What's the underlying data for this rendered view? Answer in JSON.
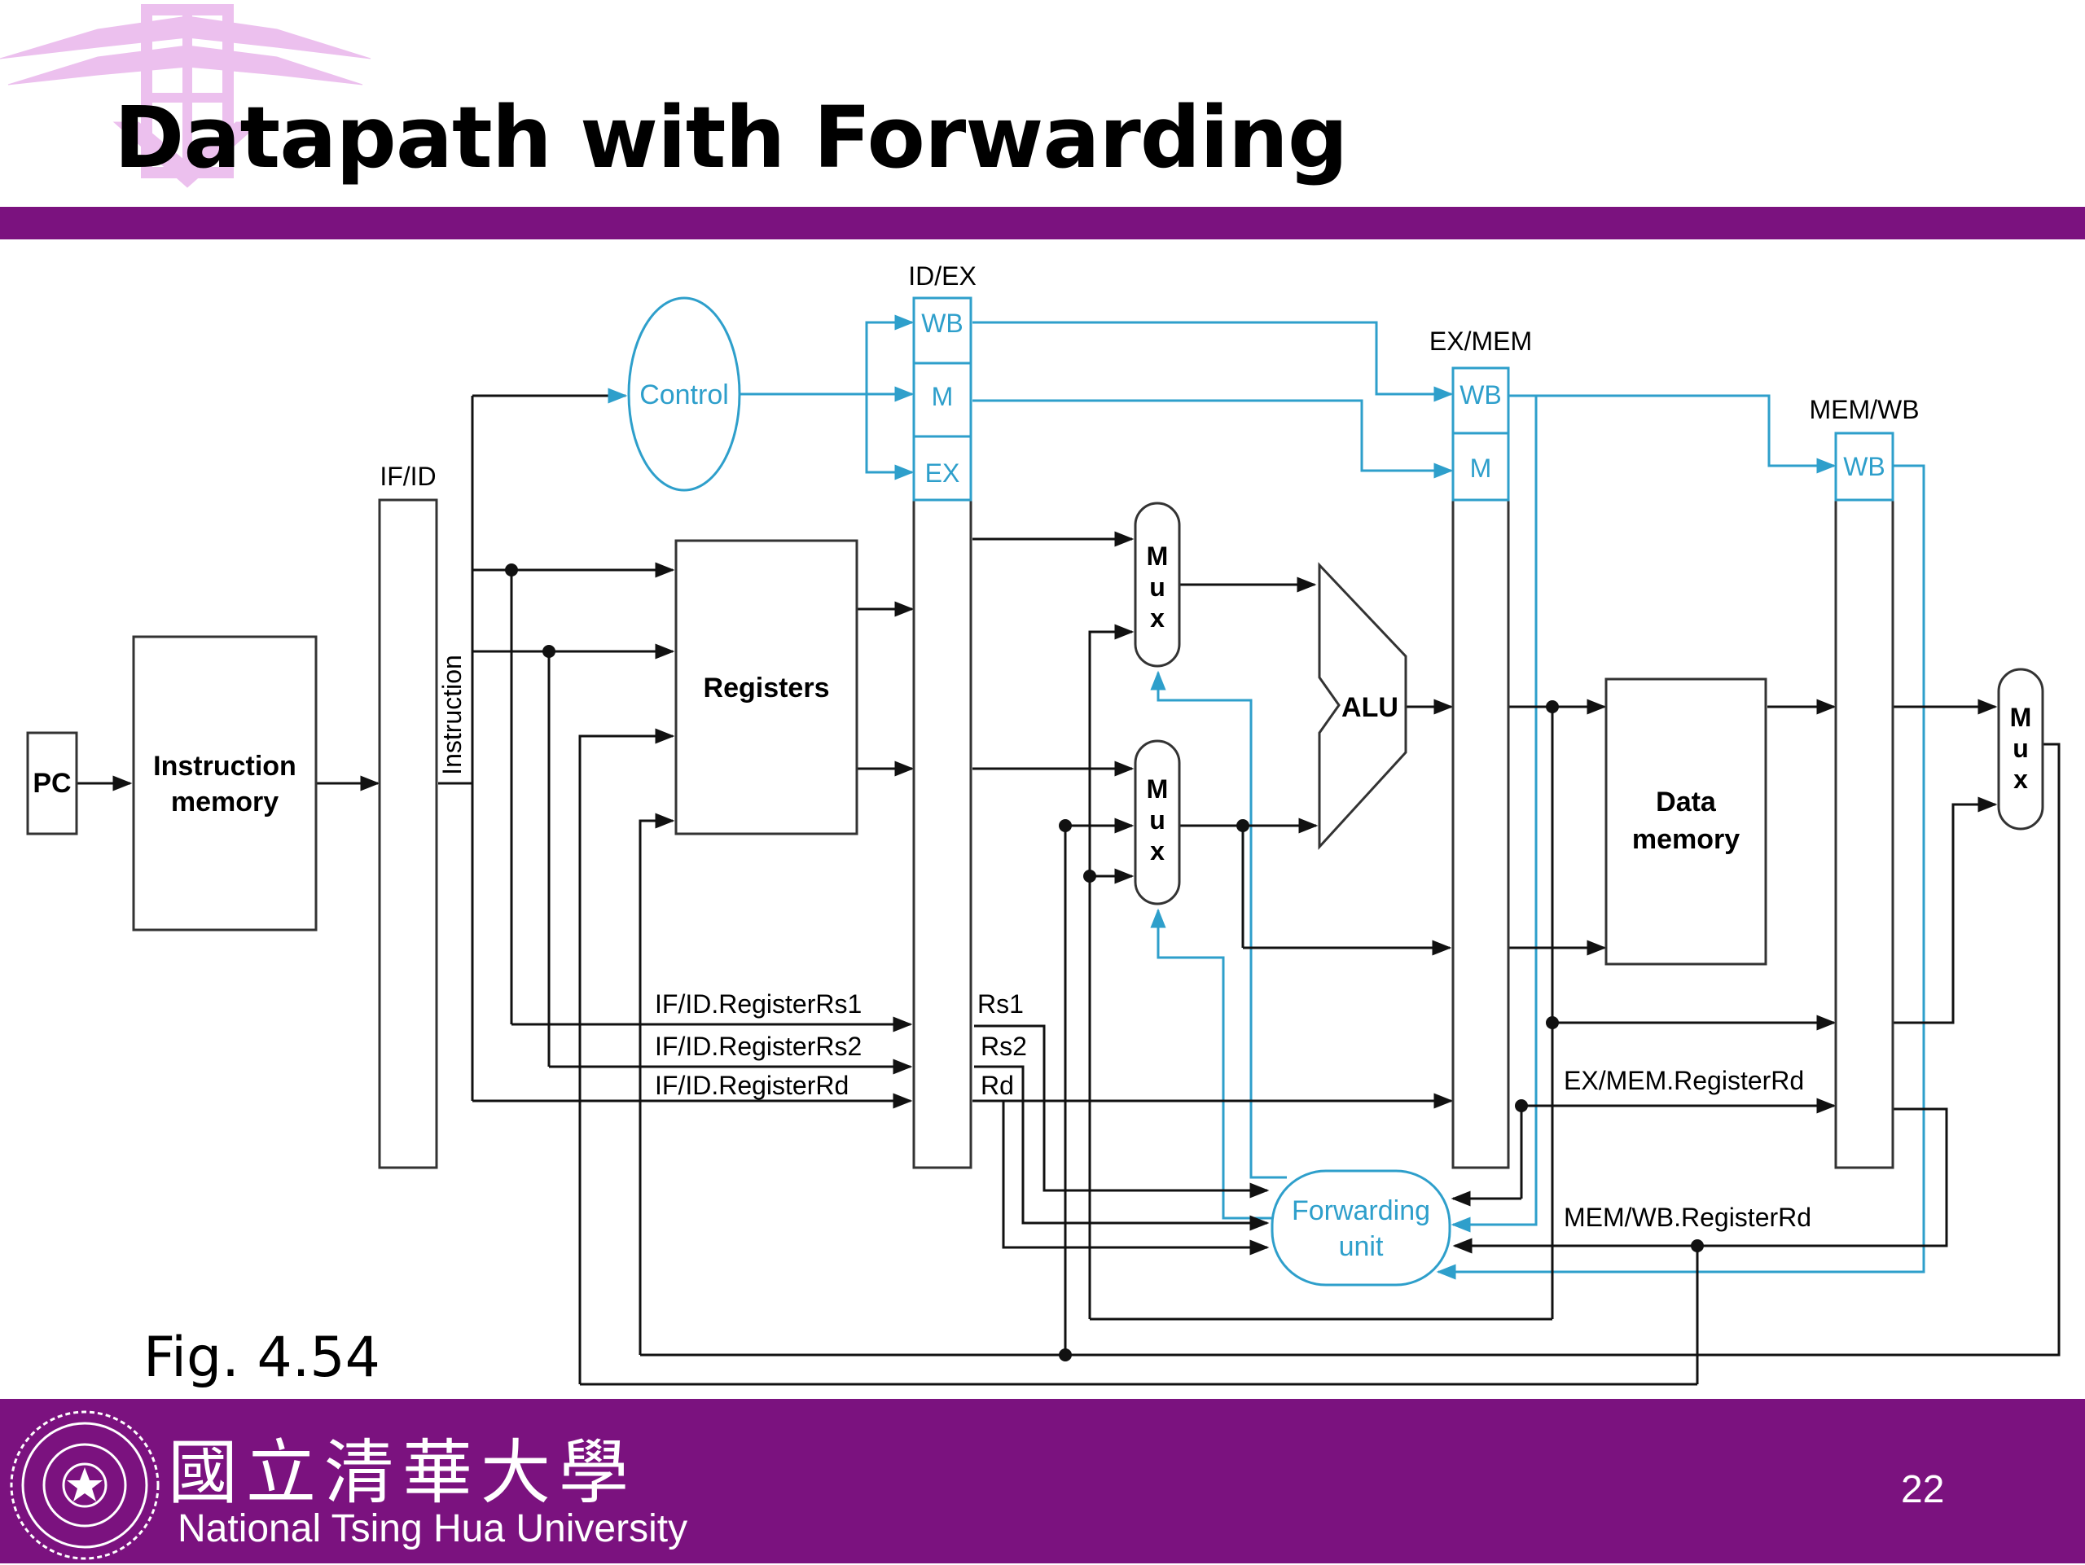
{
  "slide": {
    "title": "Datapath with Forwarding",
    "figure_caption": "Fig. 4.54",
    "page_number": "22"
  },
  "footer": {
    "university_cn": "國立清華大學",
    "university_en": "National Tsing Hua University"
  },
  "diagram": {
    "pipeline_registers": {
      "if_id": "IF/ID",
      "id_ex": "ID/EX",
      "ex_mem": "EX/MEM",
      "mem_wb": "MEM/WB"
    },
    "control_fields": {
      "wb": "WB",
      "m": "M",
      "ex": "EX"
    },
    "blocks": {
      "pc": "PC",
      "instruction_memory_line1": "Instruction",
      "instruction_memory_line2": "memory",
      "instruction_bus": "Instruction",
      "registers": "Registers",
      "control": "Control",
      "alu": "ALU",
      "data_memory_line1": "Data",
      "data_memory_line2": "memory",
      "forwarding_unit_line1": "Forwarding",
      "forwarding_unit_line2": "unit",
      "mux_letters": [
        "M",
        "u",
        "x"
      ]
    },
    "signals": {
      "rs1_field": "IF/ID.RegisterRs1",
      "rs2_field": "IF/ID.RegisterRs2",
      "rd_field": "IF/ID.RegisterRd",
      "rs1": "Rs1",
      "rs2": "Rs2",
      "rd": "Rd",
      "ex_mem_rd": "EX/MEM.RegisterRd",
      "mem_wb_rd": "MEM/WB.RegisterRd"
    },
    "colors": {
      "datapath": "#111111",
      "control": "#2e9fcb",
      "accent": "#7b127f",
      "emblem": "#e9b8eb"
    }
  }
}
